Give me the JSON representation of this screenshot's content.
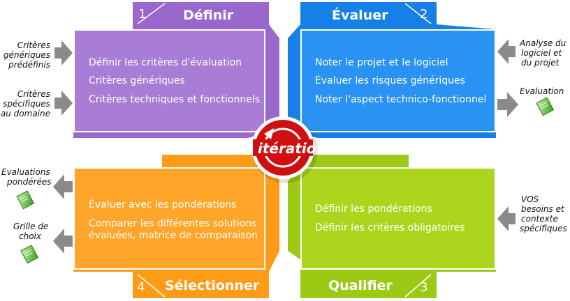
{
  "quadrants": {
    "define": {
      "number": "1",
      "title": "Définir",
      "color": "#a374d2",
      "items": [
        "Définir les critères d'évaluation",
        "Critères génériques",
        "Critères techniques et fonctionnels"
      ]
    },
    "evaluate": {
      "number": "2",
      "title": "Évaluer",
      "color": "#1e90f0",
      "items": [
        "Noter le projet et le logiciel",
        "Évaluer les risques génériques",
        "Noter l'aspect technico-fonctionnel"
      ]
    },
    "qualify": {
      "number": "3",
      "title": "Qualifier",
      "color": "#a8d11a",
      "items": [
        "Définir les pondérations",
        "Définir les critères obligatoires"
      ]
    },
    "select": {
      "number": "4",
      "title": "Sélectionner",
      "color": "#ffa020",
      "items": [
        "Évaluer avec les pondérations",
        "Comparer les différentes solutions",
        "évaluées, matrice de comparaison"
      ]
    }
  },
  "center": {
    "label": "itération",
    "color": "#d01010"
  },
  "side_labels": {
    "generic_criteria": [
      "Critères",
      "génériques",
      "prédéfinis"
    ],
    "domain_criteria": [
      "Critères",
      "spécifiques",
      "au domaine"
    ],
    "project_analysis": [
      "Analyse du",
      "logiciel et",
      "du projet"
    ],
    "evaluation_output": [
      "Evaluation"
    ],
    "weighted_evaluations": [
      "Evaluations",
      "pondérées"
    ],
    "choice_grid": [
      "Grille de",
      "choix"
    ],
    "vos_needs": [
      "VOS",
      "besoins et",
      "contexte",
      "spécifiques"
    ]
  }
}
